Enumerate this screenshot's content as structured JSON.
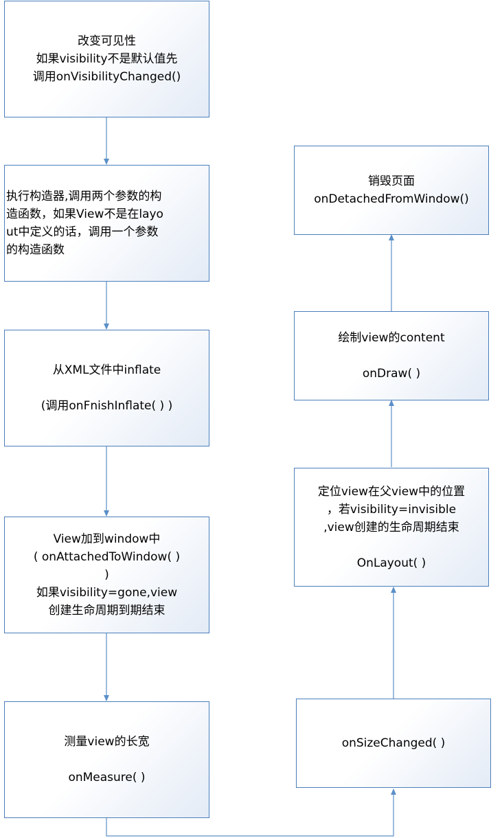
{
  "left_column": [
    {
      "id": "box-change-visibility",
      "lines": [
        "改变可见性",
        "如果visibility不是默认值先",
        "调用onVisibilityChanged()"
      ]
    },
    {
      "id": "box-constructor",
      "lines": [
        "执行构造器,调用两个参数的构",
        "造函数，如果View不是在layo",
        "ut中定义的话，调用一个参数",
        "的构造函数"
      ]
    },
    {
      "id": "box-inflate",
      "lines": [
        "从XML文件中inflate",
        "",
        "(调用onFnishInflate( ) )"
      ]
    },
    {
      "id": "box-attached",
      "lines": [
        "View加到window中",
        "( onAttachedToWindow( )",
        ")",
        "如果visibility=gone,view",
        "创建生命周期到期结束"
      ]
    },
    {
      "id": "box-measure",
      "lines": [
        "测量view的长宽",
        "",
        "onMeasure( )"
      ]
    }
  ],
  "right_column": [
    {
      "id": "box-detached",
      "lines": [
        "销毁页面",
        "onDetachedFromWindow()"
      ]
    },
    {
      "id": "box-draw",
      "lines": [
        "绘制view的content",
        "",
        "onDraw( )"
      ]
    },
    {
      "id": "box-layout",
      "lines": [
        "定位view在父view中的位置",
        "，若visibility=invisible",
        ",view创建的生命周期结束",
        "",
        "OnLayout( )"
      ]
    },
    {
      "id": "box-size-changed",
      "lines": [
        "onSizeChanged( )"
      ]
    }
  ],
  "colors": {
    "border": "#4a7ebb",
    "arrow": "#5b8fc7"
  }
}
